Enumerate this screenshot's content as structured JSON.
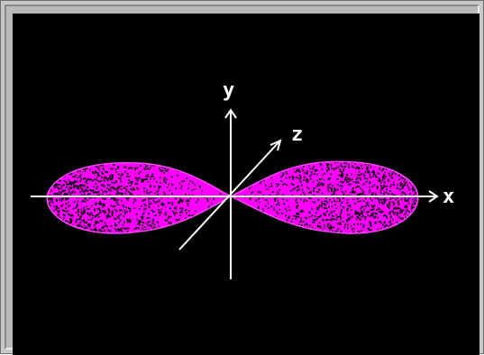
{
  "axes": {
    "x_label": "x",
    "y_label": "y",
    "z_label": "z",
    "axis_color": "#ffffff"
  },
  "lobes": {
    "fill_color": "#ff00ff",
    "dot_color": "#000000"
  },
  "background_color": "#000000"
}
